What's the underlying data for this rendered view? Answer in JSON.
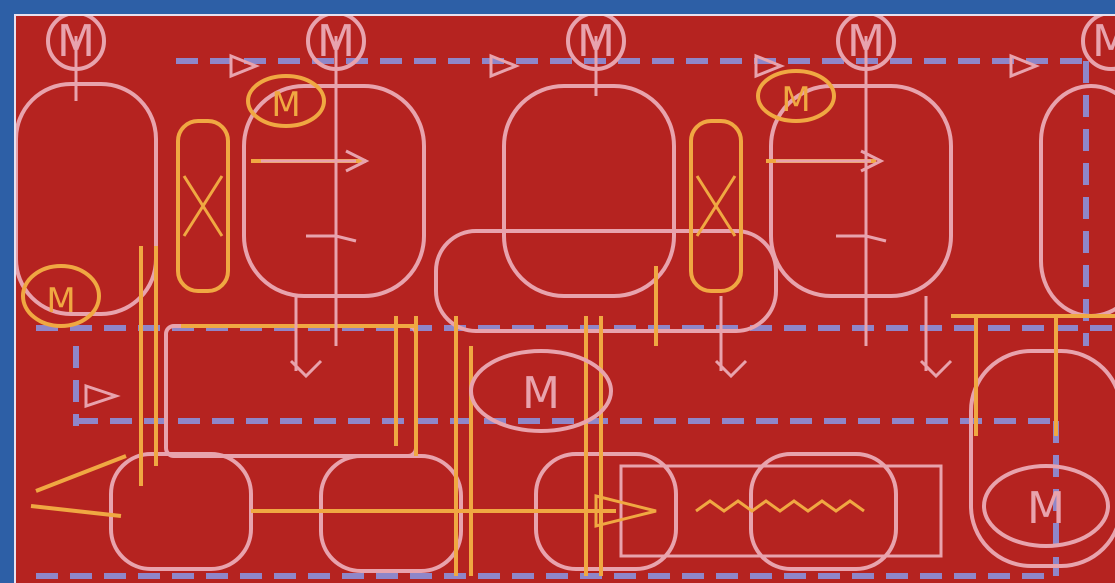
{
  "diagram": {
    "motor_symbols": [
      "M",
      "M",
      "M",
      "M",
      "M",
      "M",
      "M",
      "M",
      "M",
      "M"
    ],
    "colors": {
      "background": "#b52320",
      "frame": "#2d5fa6",
      "vessel_line": "#e8a3ad",
      "pipe_line": "#f0a842",
      "signal_line": "#8f86c9"
    }
  }
}
